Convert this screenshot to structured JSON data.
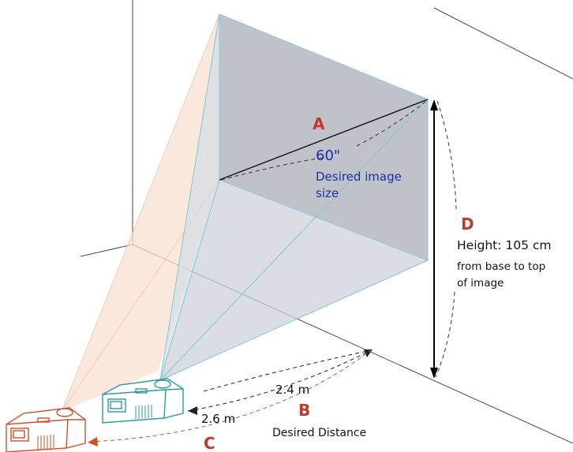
{
  "labels": {
    "a": "A",
    "b": "B",
    "c": "C",
    "d": "D",
    "size_value": "60\"",
    "size_caption_1": "Desired image",
    "size_caption_2": "size",
    "height_value": "Height: 105 cm",
    "height_caption_1": "from base to top",
    "height_caption_2": "of image",
    "dist_near": "2.4 m",
    "dist_far": "2.6 m",
    "dist_caption": "Desired Distance"
  },
  "colors": {
    "letter_red": "#c0392b",
    "caption_blue": "#1a2fa0",
    "screen_fill": "#c4c7ce",
    "beam_teal": "#7fc7d6",
    "beam_orange": "#f7e0cf",
    "projector_near": "#2a9a9a",
    "projector_far": "#d0502a"
  }
}
